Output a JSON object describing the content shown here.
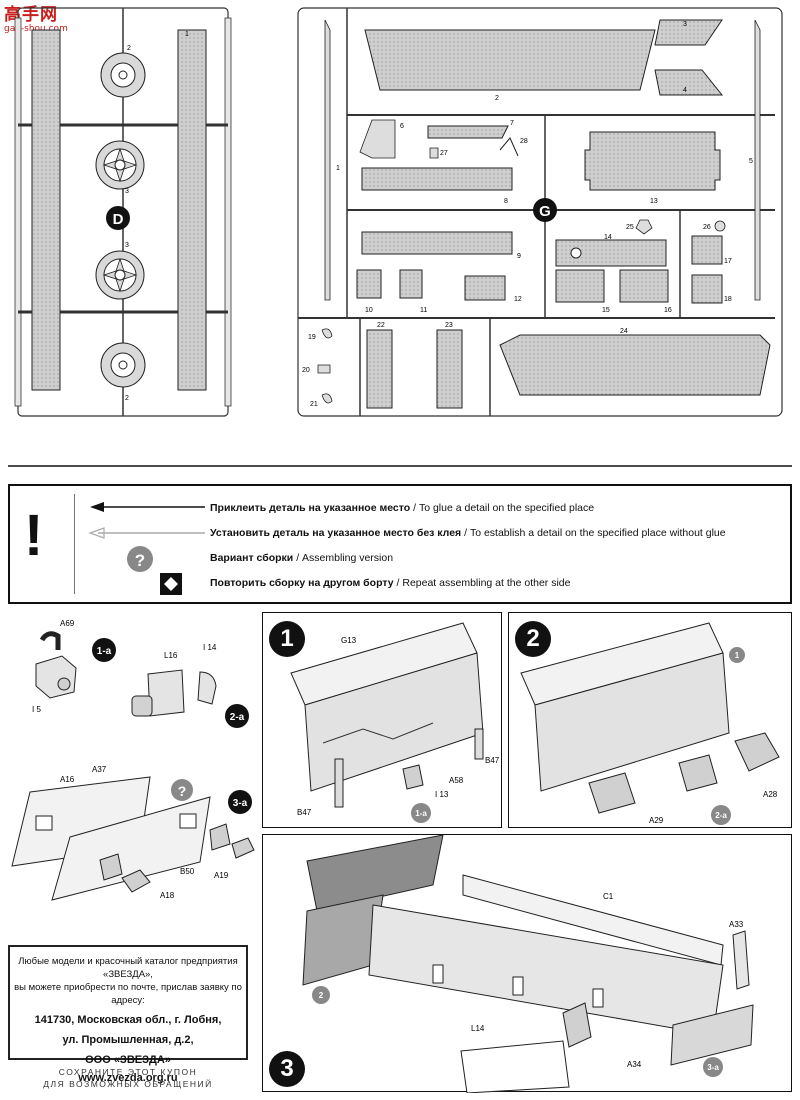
{
  "watermark": {
    "cn": "高手网",
    "url": "gao-shou.com"
  },
  "sprue_d": {
    "letter": "D",
    "labels": {
      "top_gear": "2",
      "frame": "1",
      "gear_mid1": "3",
      "gear_mid2": "3",
      "bottom_gear": "2"
    }
  },
  "sprue_g": {
    "letter": "G",
    "parts": [
      "1",
      "2",
      "3",
      "4",
      "5",
      "6",
      "7",
      "8",
      "9",
      "10",
      "11",
      "12",
      "13",
      "14",
      "15",
      "16",
      "17",
      "18",
      "19",
      "20",
      "21",
      "22",
      "23",
      "24",
      "25",
      "26",
      "27",
      "28"
    ]
  },
  "legend": {
    "bang": "!",
    "glue_ru": "Приклеить деталь на указанное место",
    "glue_en": "/ To glue a detail on the specified place",
    "noglue_ru": "Установить деталь на указанное место без клея",
    "noglue_en": "/ To establish a detail on the specified place without glue",
    "variant_ru": "Вариант сборки",
    "variant_en": "/ Assembling version",
    "repeat_ru": "Повторить сборку на другом борту",
    "repeat_en": "/   Repeat assembling at the other side",
    "question": "?"
  },
  "subassemblies": {
    "a1": {
      "badge": "1-a",
      "parts": [
        "A69",
        "I 5"
      ]
    },
    "a2": {
      "badge": "2-a",
      "parts": [
        "L16",
        "I 14"
      ]
    },
    "a3": {
      "badge": "3-a",
      "parts": [
        "A16",
        "A37",
        "B50",
        "A19",
        "A18"
      ],
      "question": "?"
    }
  },
  "step1": {
    "badge": "1",
    "parts": [
      "G13",
      "B47",
      "A58",
      "I 13",
      "B47"
    ],
    "ref": "1-a"
  },
  "step2": {
    "badge": "2",
    "parts": [
      "A28",
      "A29"
    ],
    "refs": [
      "1",
      "2-a"
    ]
  },
  "step3": {
    "badge": "3",
    "parts": [
      "C1",
      "A33",
      "L14",
      "A34"
    ],
    "refs": [
      "2",
      "3-a"
    ]
  },
  "coupon": {
    "line1": "Любые модели и красочный каталог предприятия «ЗВЕЗДА»,",
    "line2": "вы можете приобрести по почте, прислав заявку по адресу:",
    "addr1": "141730, Московская обл., г. Лобня,",
    "addr2": "ул. Промышленная, д.2,",
    "addr3": "ООО «ЗВЕЗДА»",
    "site": "www.zvezda.org.ru",
    "foot1": "СОХРАНИТЕ ЭТОТ КУПОН",
    "foot2": "ДЛЯ ВОЗМОЖНЫХ ОБРАЩЕНИЙ"
  }
}
